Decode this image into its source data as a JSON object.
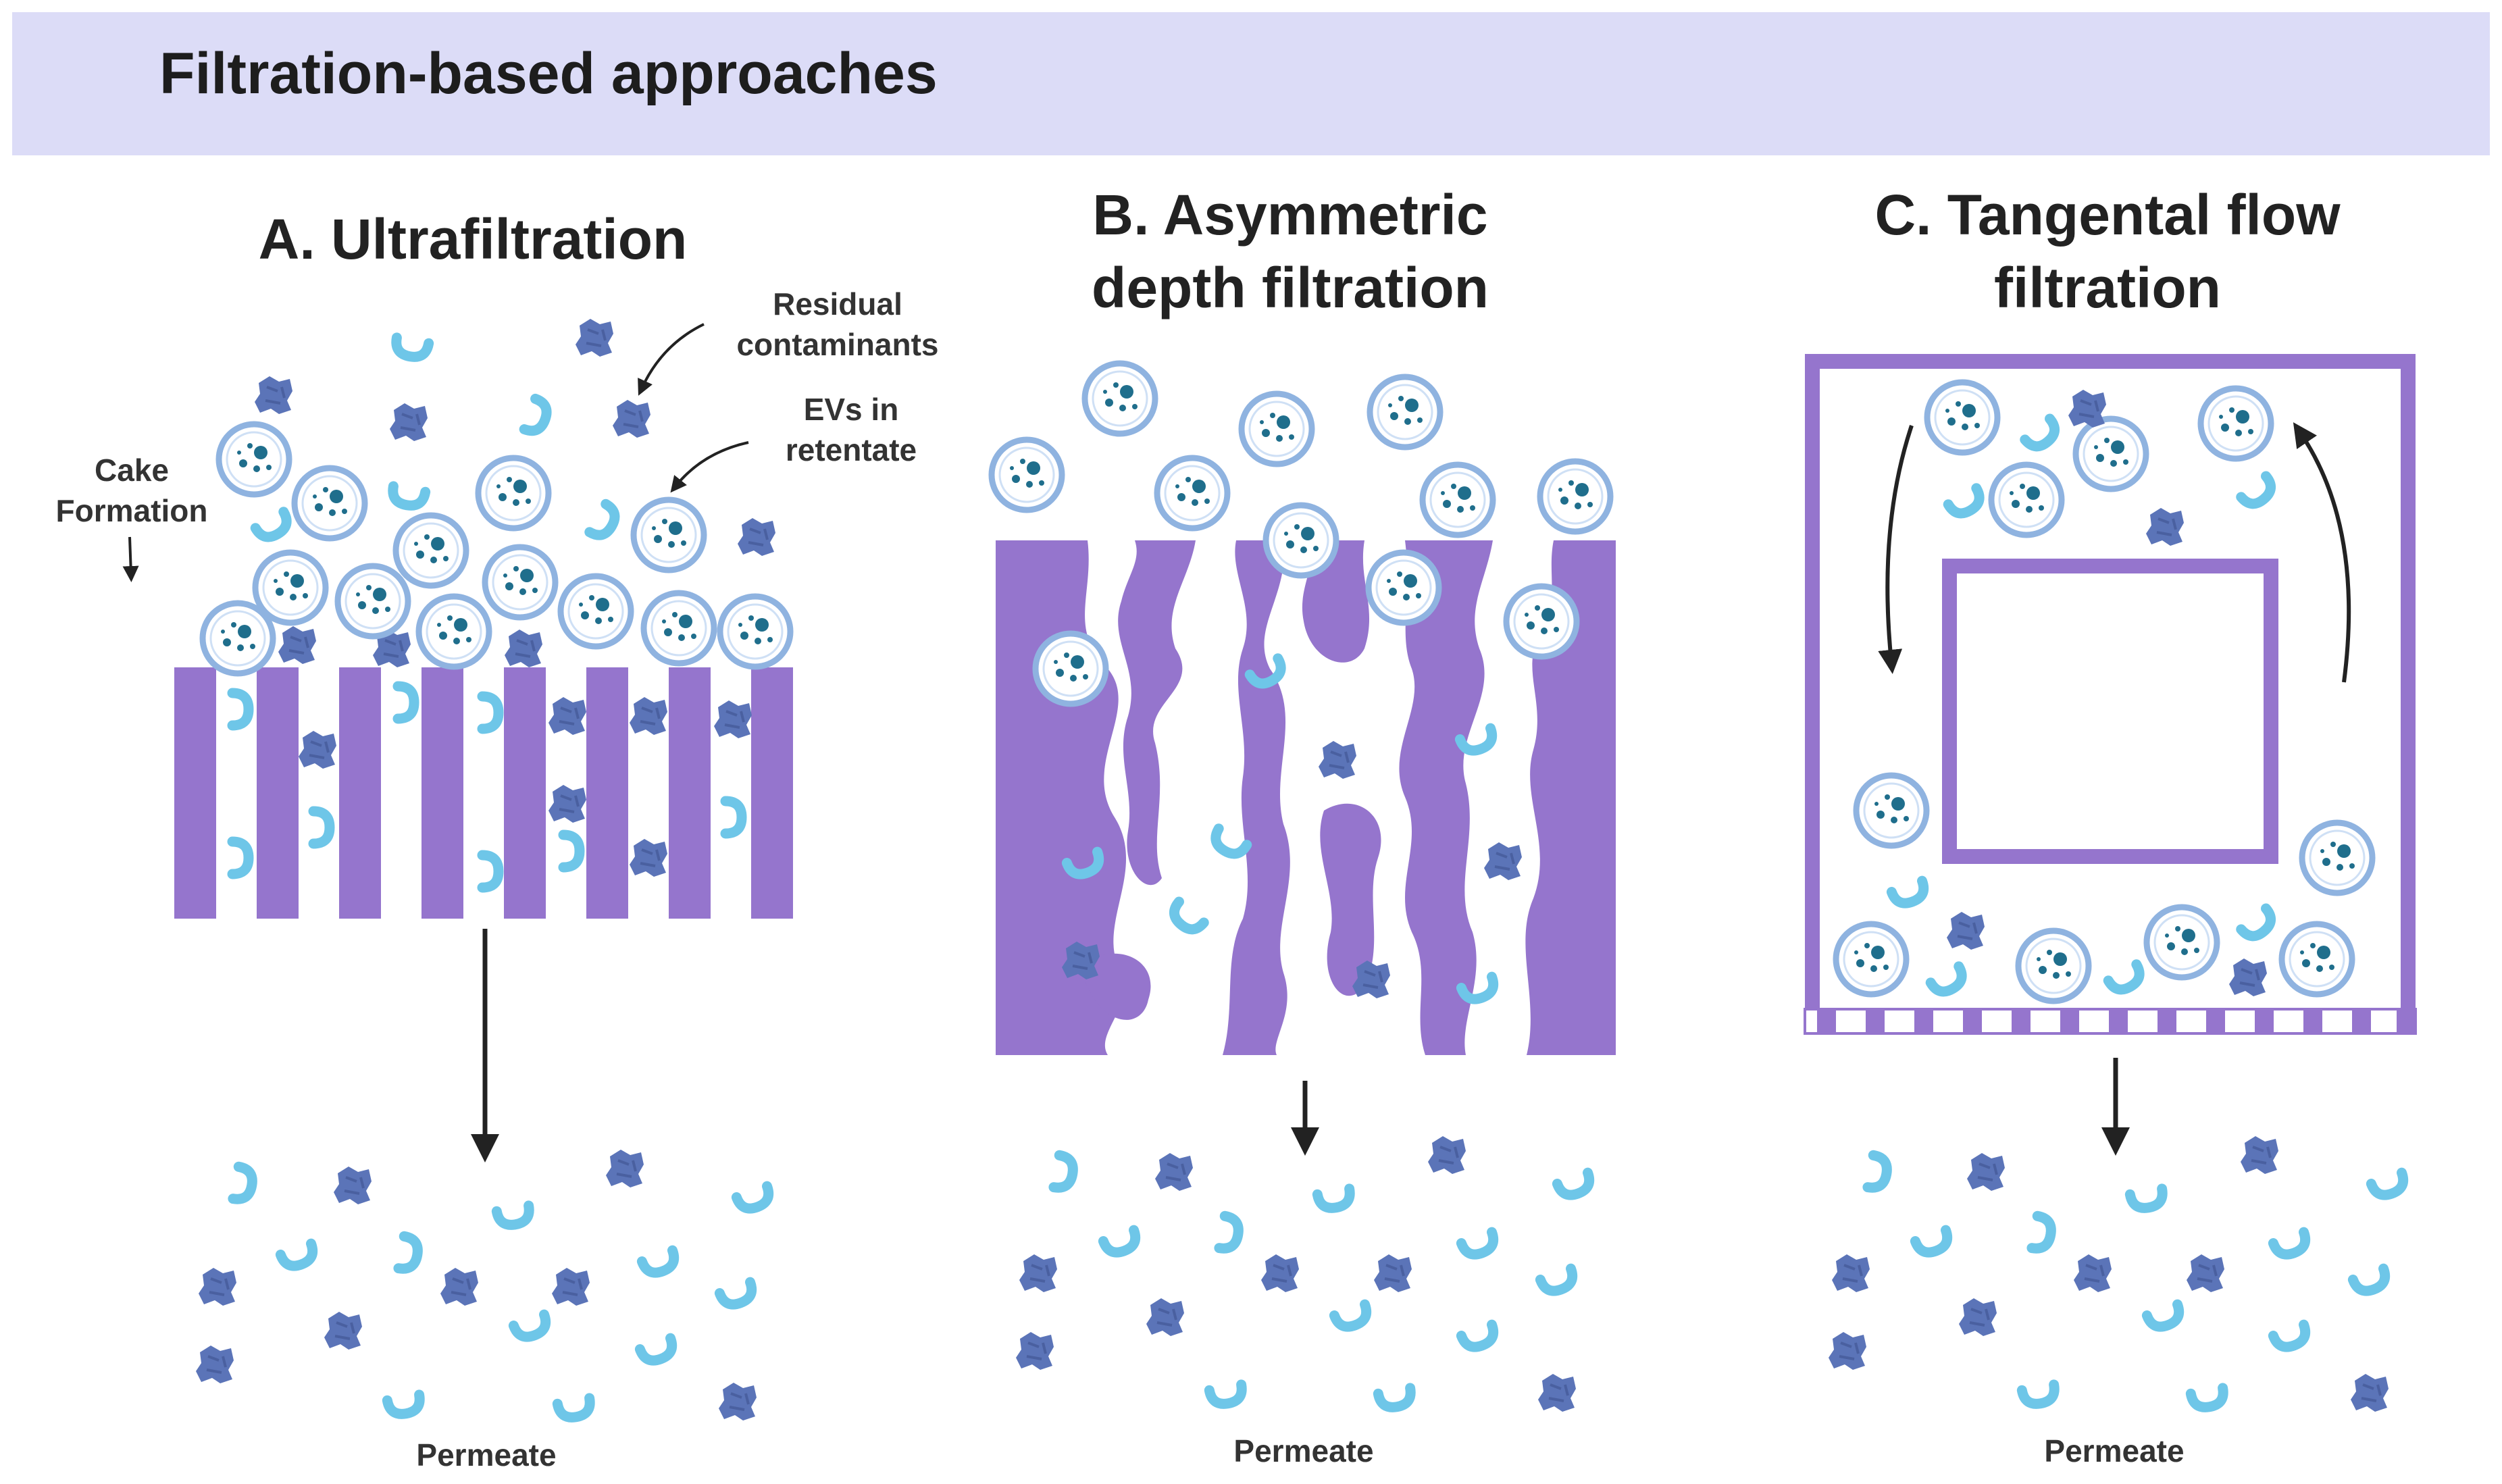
{
  "header": {
    "title": "Filtration-based approaches"
  },
  "panels": [
    {
      "title_lines": [
        "A. Ultrafiltration"
      ],
      "permeate_label": "Permeate",
      "annotations": {
        "residual": [
          "Residual",
          "contaminants"
        ],
        "evs": [
          "EVs in",
          "retentate"
        ],
        "cake": [
          "Cake",
          "Formation"
        ]
      }
    },
    {
      "title_lines": [
        "B. Asymmetric",
        "depth filtration"
      ],
      "permeate_label": "Permeate"
    },
    {
      "title_lines": [
        "C. Tangental flow",
        "filtration"
      ],
      "permeate_label": "Permeate"
    }
  ],
  "colors": {
    "banner": "#dcdcf7",
    "membrane": "#9575cd",
    "ev_outline": "#8fb3e0",
    "ev_dots": "#1f6e8c",
    "protein": "#5b74b8",
    "contaminant": "#6ec6e8"
  }
}
